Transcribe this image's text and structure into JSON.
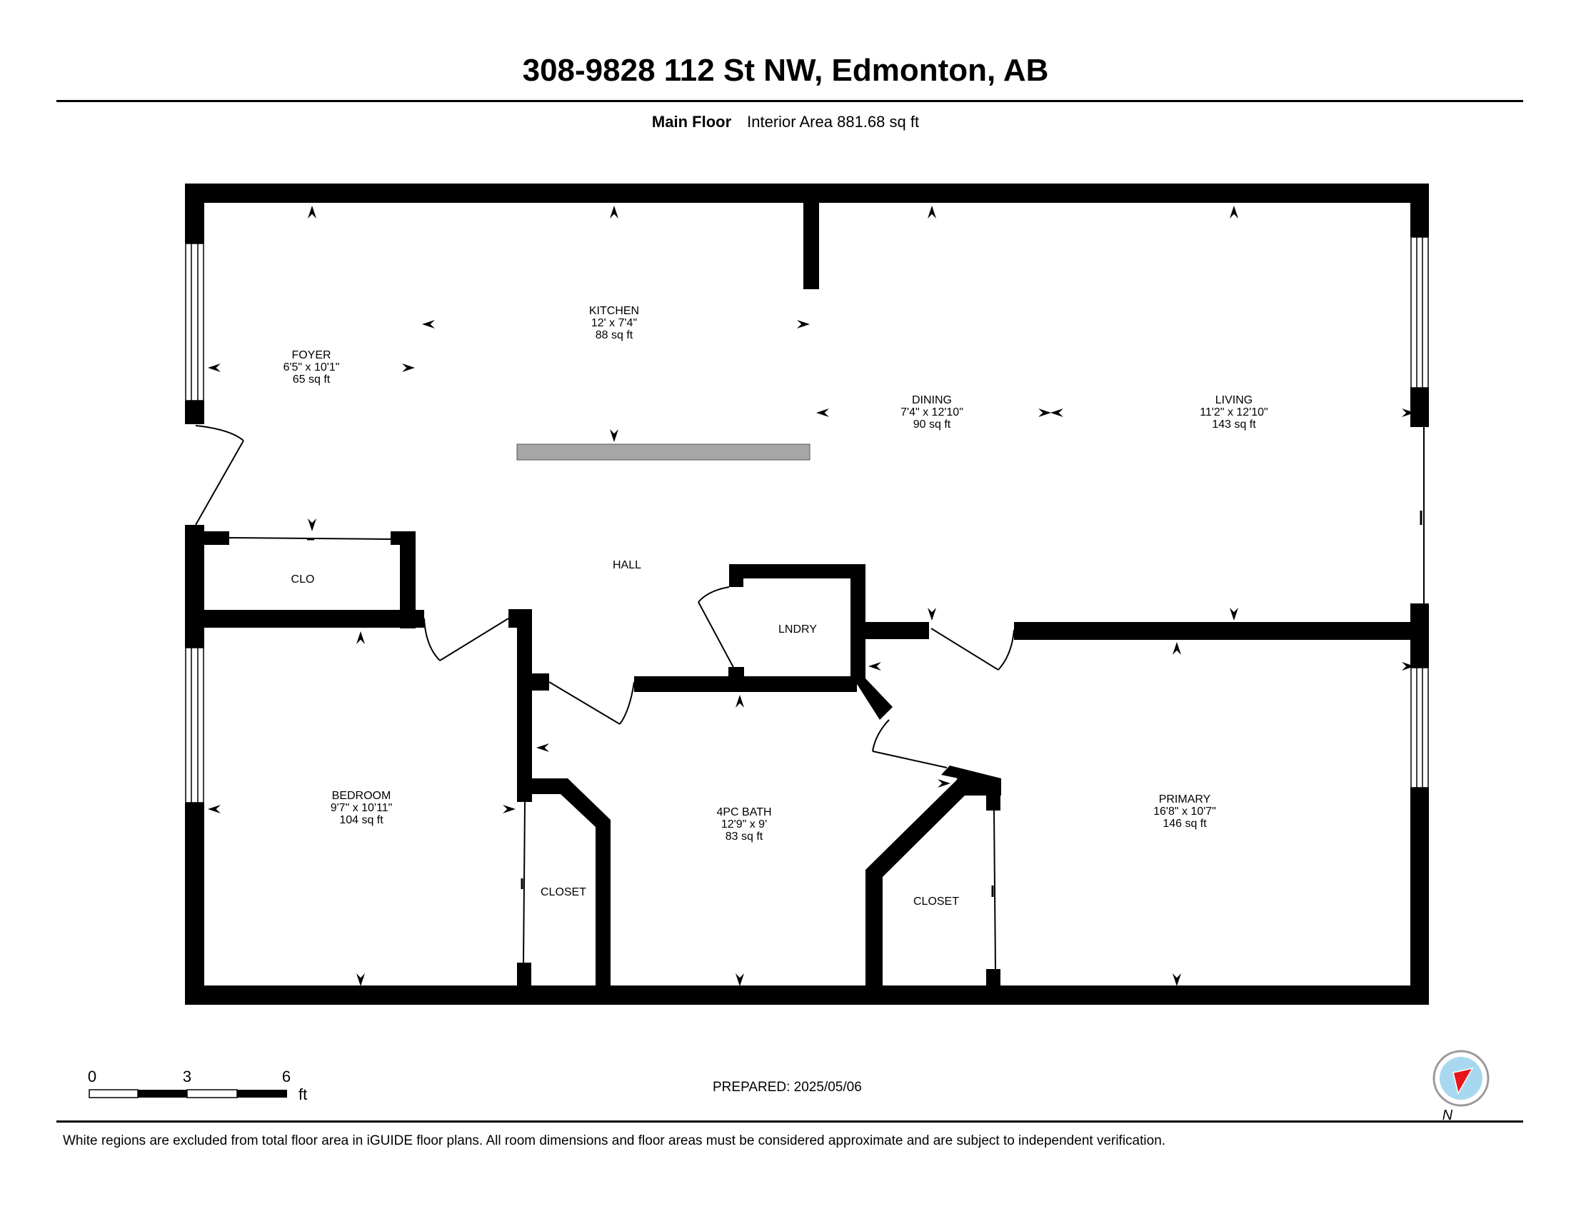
{
  "header": {
    "title": "308-9828 112 St NW, Edmonton, AB",
    "floor_name": "Main Floor",
    "interior_area": "Interior Area 881.68 sq ft"
  },
  "rooms": {
    "kitchen": {
      "name": "KITCHEN",
      "dims": "12' x 7'4\"",
      "area": "88 sq ft"
    },
    "foyer": {
      "name": "FOYER",
      "dims": "6'5\" x 10'1\"",
      "area": "65 sq ft"
    },
    "dining": {
      "name": "DINING",
      "dims": "7'4\" x 12'10\"",
      "area": "90 sq ft"
    },
    "living": {
      "name": "LIVING",
      "dims": "11'2\" x 12'10\"",
      "area": "143 sq ft"
    },
    "hall": {
      "name": "HALL"
    },
    "clo": {
      "name": "CLO"
    },
    "lndry": {
      "name": "LNDRY"
    },
    "bedroom": {
      "name": "BEDROOM",
      "dims": "9'7\" x 10'11\"",
      "area": "104 sq ft"
    },
    "bath": {
      "name": "4PC BATH",
      "dims": "12'9\" x 9'",
      "area": "83 sq ft"
    },
    "primary": {
      "name": "PRIMARY",
      "dims": "16'8\" x 10'7\"",
      "area": "146 sq ft"
    },
    "closet_left": {
      "name": "CLOSET"
    },
    "closet_right": {
      "name": "CLOSET"
    }
  },
  "scale_bar": {
    "ticks": [
      "0",
      "3",
      "6"
    ],
    "unit": "ft"
  },
  "compass": {
    "label": "N",
    "needle_color": "#e8141c",
    "face_color": "#a8d8f0"
  },
  "prepared": "PREPARED: 2025/05/06",
  "disclaimer": "White regions are excluded from total floor area in iGUIDE floor plans. All room dimensions and floor areas must be considered approximate and are subject to independent verification.",
  "colors": {
    "wall": "#000000",
    "counter": "#a6a6a6"
  }
}
